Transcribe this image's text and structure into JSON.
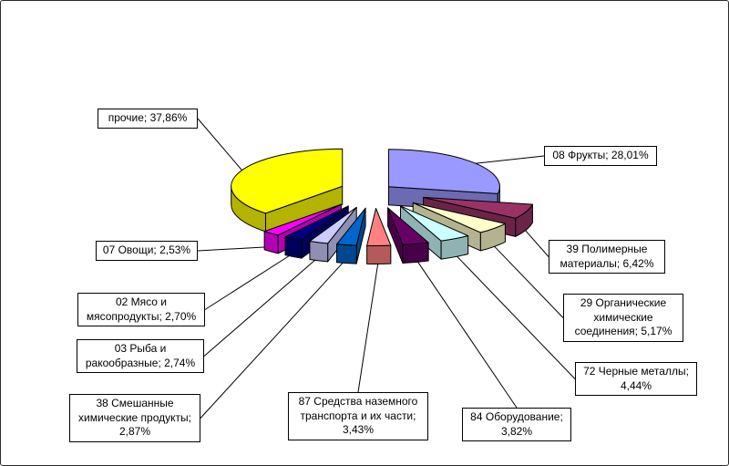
{
  "figure": {
    "background": "#FFFFFF",
    "frame_border_color": "#2A2A2A",
    "callout_border_color": "#000000",
    "leader_line_color": "#000000"
  },
  "chart_data": {
    "type": "pie",
    "style": "3d-exploded",
    "title": "",
    "unit": "percent",
    "decimal_separator": ",",
    "total": 100,
    "legend_position": "callouts",
    "outline_color": "#000000",
    "slices": [
      {
        "code": "08",
        "label": "08 Фрукты",
        "value": 28.01,
        "display": "08 Фрукты; 28,01%",
        "color": "#9999FF"
      },
      {
        "code": "39",
        "label": "39 Полимерные материалы",
        "value": 6.42,
        "display": "39 Полимерные материалы; 6,42%",
        "color": "#993366"
      },
      {
        "code": "29",
        "label": "29 Органические химические соединения",
        "value": 5.17,
        "display": "29 Органические химические соединения; 5,17%",
        "color": "#FFFFCC"
      },
      {
        "code": "72",
        "label": "72 Черные металлы",
        "value": 4.44,
        "display": "72 Черные металлы; 4,44%",
        "color": "#CCFFFF"
      },
      {
        "code": "84",
        "label": "84 Оборудование",
        "value": 3.82,
        "display": "84 Оборудование; 3,82%",
        "color": "#660066"
      },
      {
        "code": "87",
        "label": "87 Средства наземного транспорта и их части",
        "value": 3.43,
        "display": "87 Средства наземного транспорта и их части; 3,43%",
        "color": "#FF8080"
      },
      {
        "code": "38",
        "label": "38 Смешанные химические продукты",
        "value": 2.87,
        "display": "38 Смешанные химические продукты; 2,87%",
        "color": "#0066CC"
      },
      {
        "code": "03",
        "label": "03 Рыба и ракообразные",
        "value": 2.74,
        "display": "03 Рыба и ракообразные; 2,74%",
        "color": "#CCCCFF"
      },
      {
        "code": "02",
        "label": "02 Мясо и мясопродукты",
        "value": 2.7,
        "display": "02 Мясо и мясопродукты; 2,70%",
        "color": "#000080"
      },
      {
        "code": "07",
        "label": "07 Овощи",
        "value": 2.53,
        "display": "07 Овощи; 2,53%",
        "color": "#FF00FF"
      },
      {
        "code": "",
        "label": "прочие",
        "value": 37.86,
        "display": "прочие; 37,86%",
        "color": "#FFFF00"
      }
    ]
  }
}
